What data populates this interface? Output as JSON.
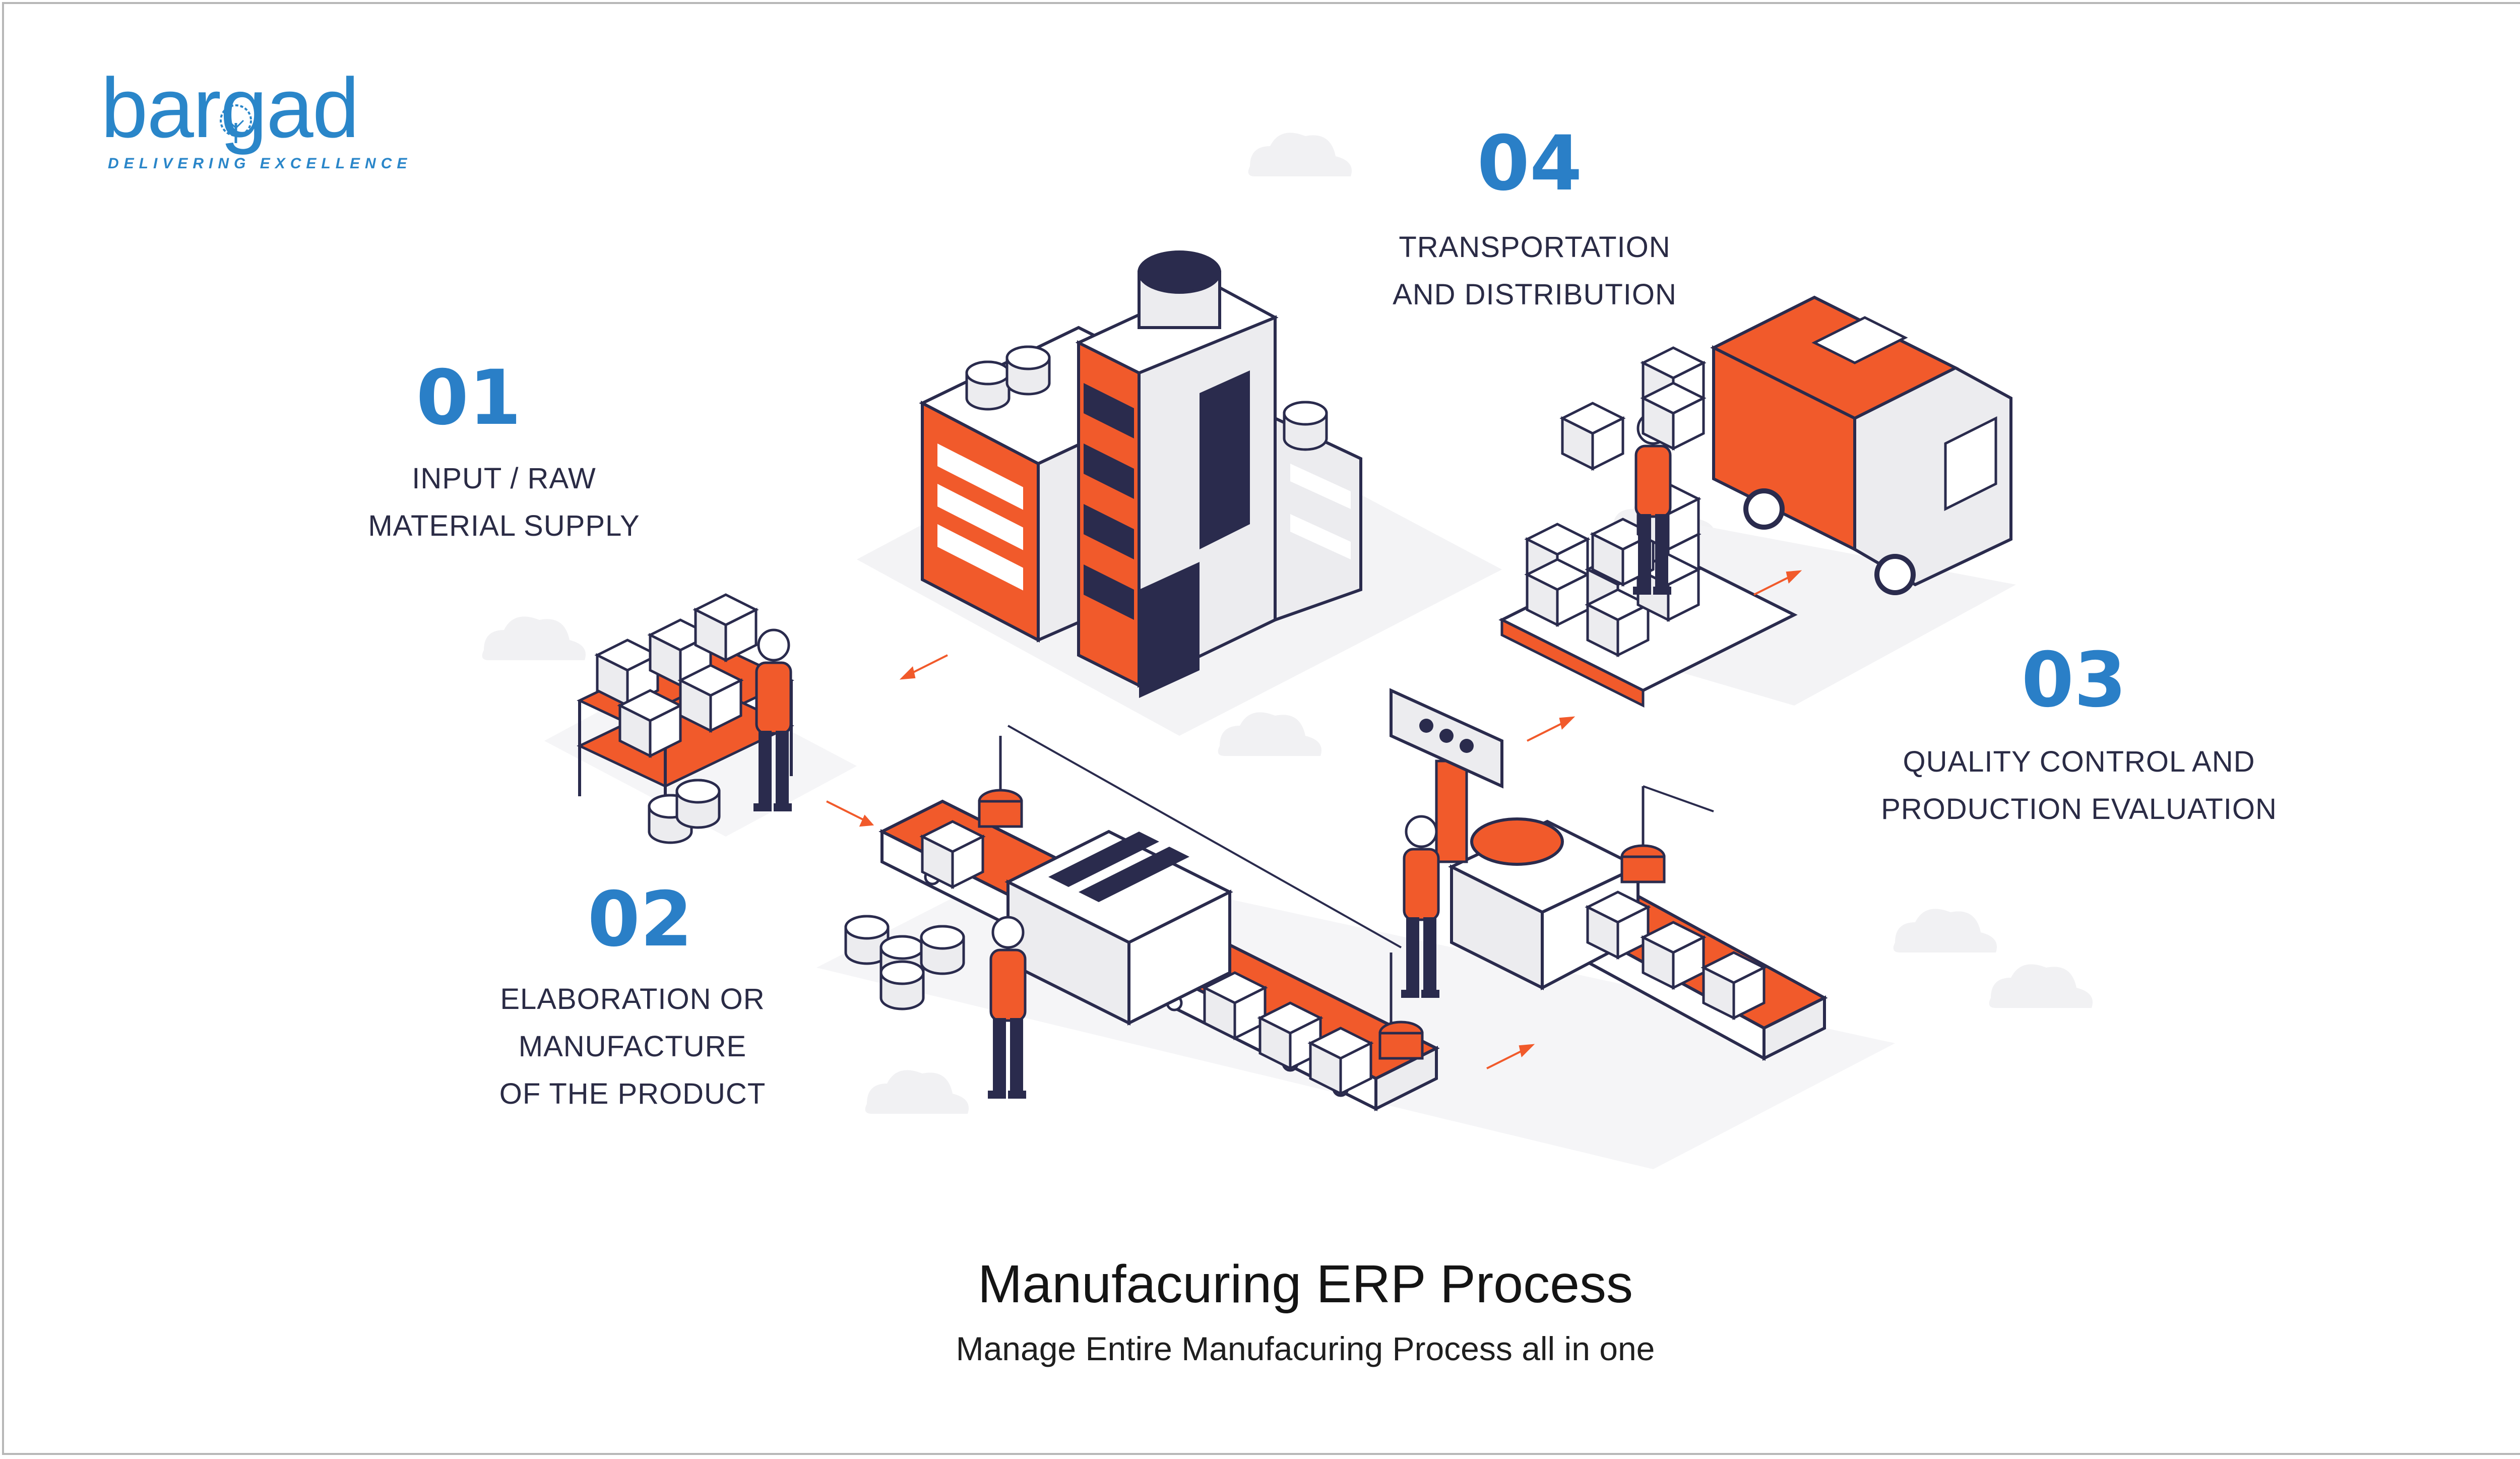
{
  "brand": {
    "name": "bargad",
    "tagline": "DELIVERING EXCELLENCE",
    "color": "#2a86c9"
  },
  "steps": [
    {
      "number": "01",
      "lines": [
        "INPUT / RAW",
        "MATERIAL SUPPLY"
      ]
    },
    {
      "number": "02",
      "lines": [
        "ELABORATION OR",
        "MANUFACTURE",
        "OF THE PRODUCT"
      ]
    },
    {
      "number": "03",
      "lines": [
        "QUALITY CONTROL AND",
        "PRODUCTION EVALUATION"
      ]
    },
    {
      "number": "04",
      "lines": [
        "TRANSPORTATION",
        "AND DISTRIBUTION"
      ]
    }
  ],
  "title": "Manufacuring ERP Process",
  "subtitle": "Manage Entire Manufacuring Process all in one",
  "colors": {
    "accent": "#f15a2b",
    "navy": "#2a2b4d",
    "number_blue": "#2a7fc7",
    "light_grey": "#ececef"
  }
}
